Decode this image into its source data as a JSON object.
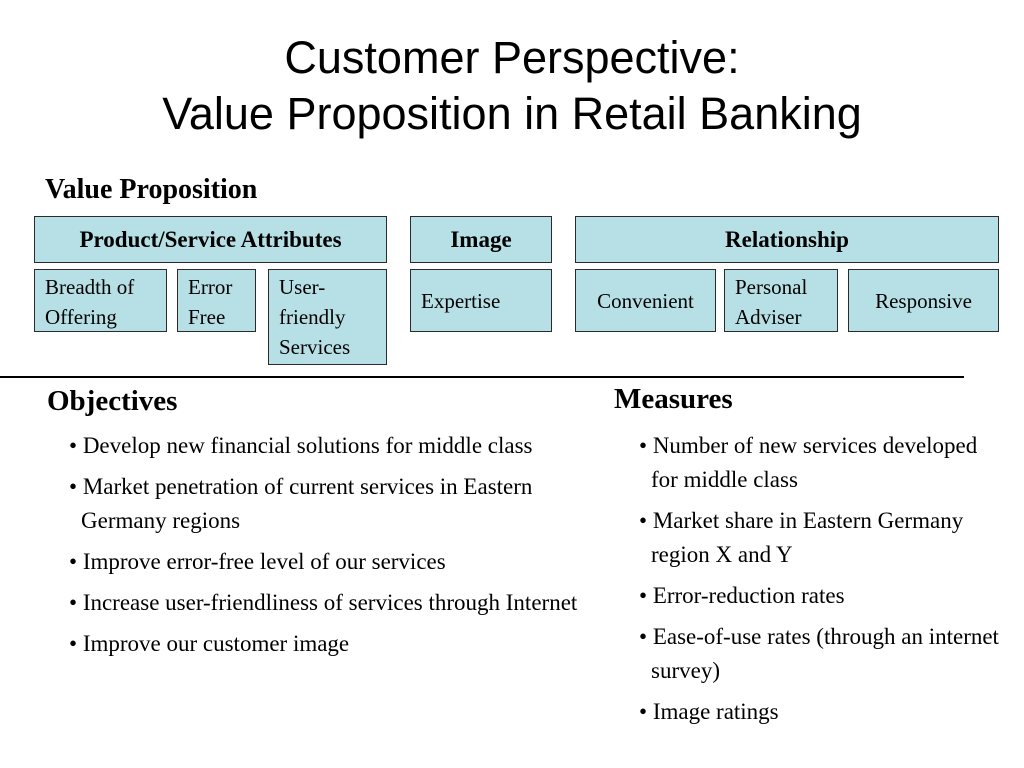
{
  "title": {
    "line1": "Customer Perspective:",
    "line2": "Value Proposition in Retail Banking"
  },
  "value_proposition": {
    "heading": "Value Proposition",
    "categories": [
      {
        "label": "Product/Service Attributes",
        "items": [
          "Breadth of Offering",
          "Error Free",
          "User-friendly Services"
        ]
      },
      {
        "label": "Image",
        "items": [
          "Expertise"
        ]
      },
      {
        "label": "Relationship",
        "items": [
          "Convenient",
          "Personal Adviser",
          "Responsive"
        ]
      }
    ]
  },
  "objectives": {
    "heading": "Objectives",
    "items": [
      "Develop new financial solutions for middle class",
      "Market penetration of current services in Eastern Germany regions",
      "Improve error-free level of our services",
      "Increase user-friendliness of services through Internet",
      "Improve our customer image"
    ]
  },
  "measures": {
    "heading": "Measures",
    "items": [
      "Number of new services developed for middle class",
      "Market share in Eastern Germany region X and Y",
      "Error-reduction rates",
      "Ease-of-use rates (through an internet survey)",
      "Image ratings"
    ]
  },
  "colors": {
    "box_fill": "#b7e0e6",
    "box_border": "#2b2b2b"
  }
}
